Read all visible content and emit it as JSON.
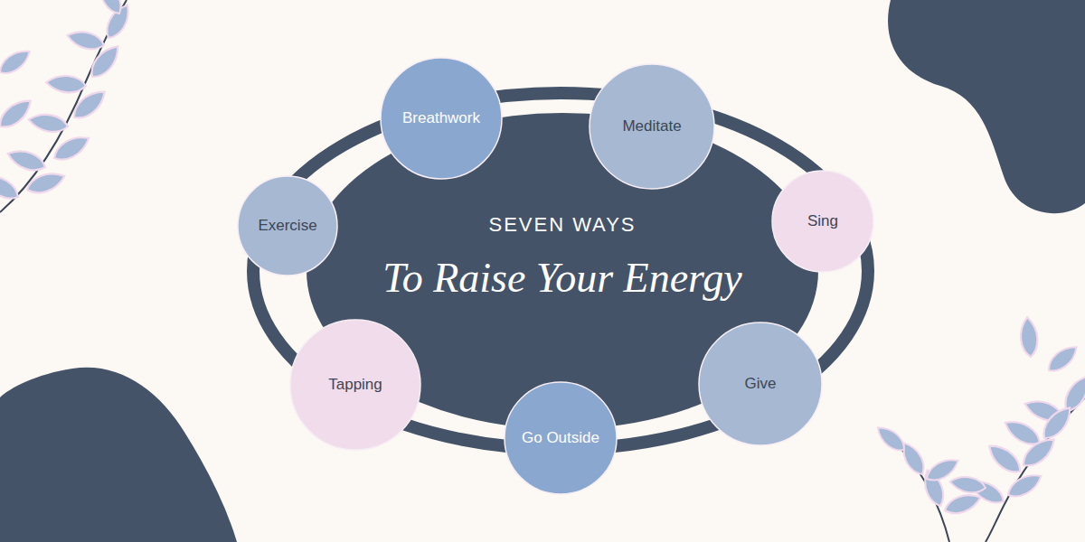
{
  "diagram": {
    "nodes": [
      {
        "text": [
          "SEVEN WAYS",
          "To Raise Your Energy"
        ]
      },
      {
        "text": [
          "Breathwork"
        ]
      },
      {
        "text": [
          "Meditate"
        ]
      },
      {
        "text": [
          "Sing"
        ]
      },
      {
        "text": [
          "Give"
        ]
      },
      {
        "text": [
          "Go Outside"
        ]
      },
      {
        "text": [
          "Tapping"
        ]
      },
      {
        "text": [
          "Exercise"
        ]
      }
    ]
  }
}
